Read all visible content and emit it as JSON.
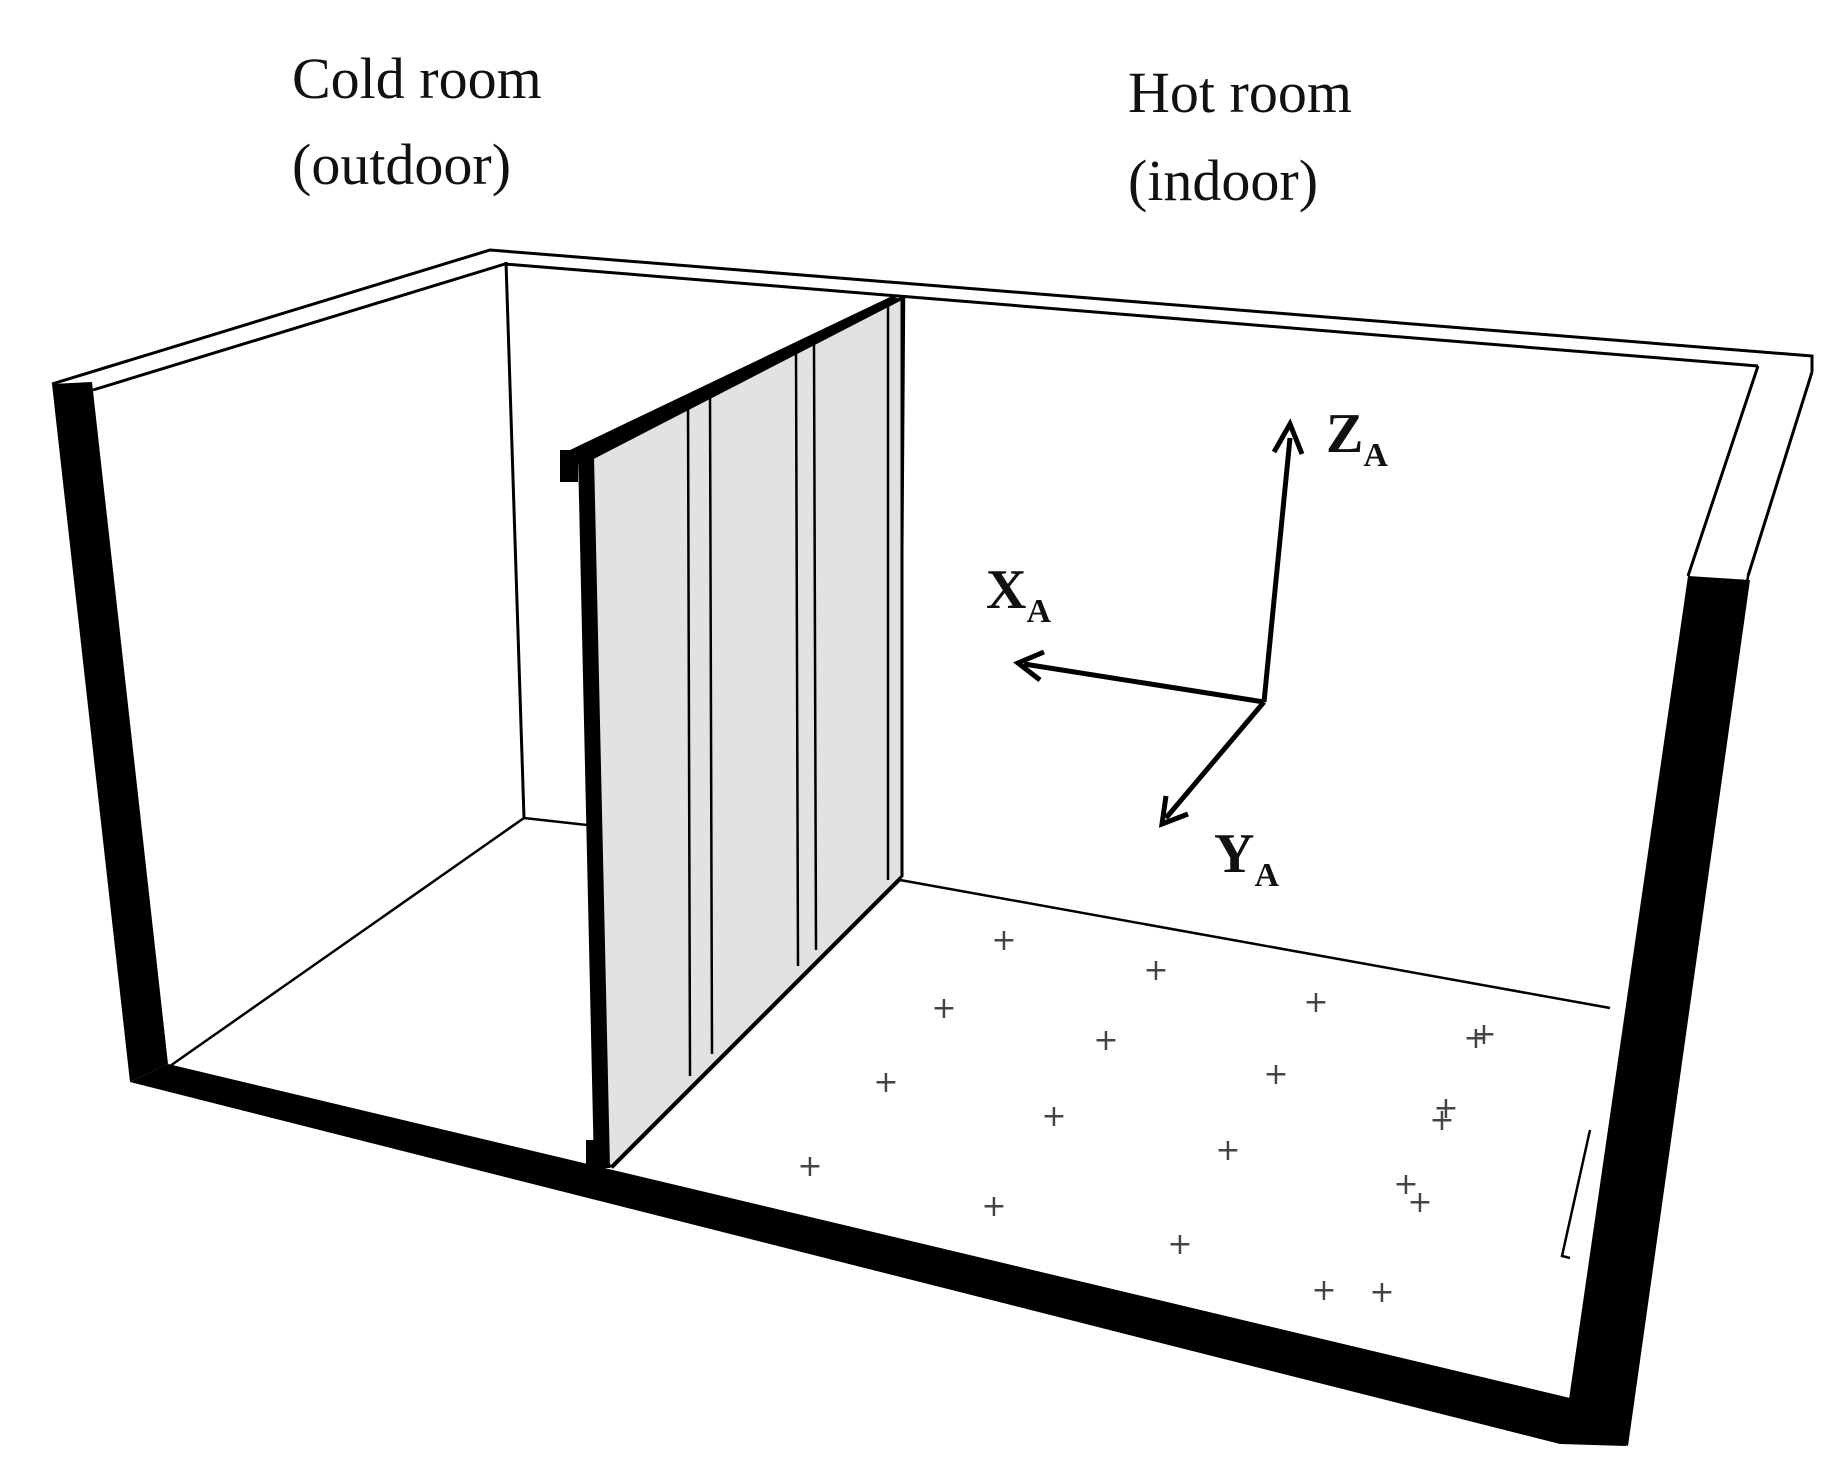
{
  "labels": {
    "cold_room_line1": "Cold room",
    "cold_room_line2": "(outdoor)",
    "hot_room_line1": "Hot room",
    "hot_room_line2": "(indoor)"
  },
  "axes": {
    "x_main": "X",
    "x_sub": "A",
    "y_main": "Y",
    "y_sub": "A",
    "z_main": "Z",
    "z_sub": "A"
  },
  "colors": {
    "line": "#000000",
    "panel_fill": "#e2e2e2",
    "background": "#ffffff"
  },
  "measurement_points": {
    "count": 20,
    "symbol": "+"
  }
}
